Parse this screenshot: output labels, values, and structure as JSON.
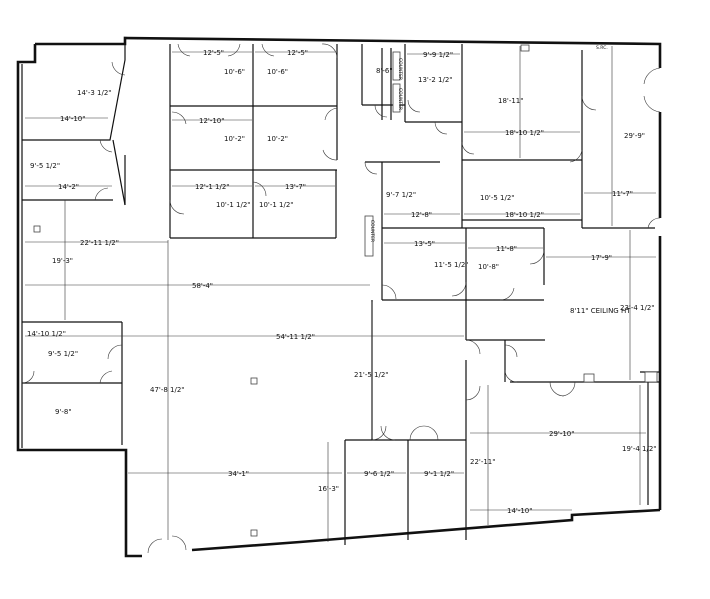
{
  "dimensions": [
    "14'-3 1/2\"",
    "14'-10\"",
    "9'-5 1/2\"",
    "14'-2\"",
    "12'-5\"",
    "10'-6\"",
    "12'-5\"",
    "10'-6\"",
    "12'-10\"",
    "10'-2\"",
    "10'-2\"",
    "12'-1 1/2\"",
    "10'-1 1/2\"",
    "13'-7\"",
    "10'-1 1/2\"",
    "8'-6\"",
    "9'-9 1/2\"",
    "13'-2 1/2\"",
    "18'-11\"",
    "18'-10 1/2\"",
    "29'-9\"",
    "9'-7 1/2\"",
    "12'-8\"",
    "10'-5 1/2\"",
    "18'-10 1/2\"",
    "11'-7\"",
    "22'-11 1/2\"",
    "19'-3\"",
    "13'-5\"",
    "11'-5 1/2\"",
    "11'-8\"",
    "10'-8\"",
    "17'-9\"",
    "58'-4\"",
    "23'-4 1/2\"",
    "14'-10 1/2\"",
    "54'-11 1/2\"",
    "9'-5 1/2\"",
    "21'-5 1/2\"",
    "47'-8 1/2\"",
    "9'-8\"",
    "29'-10\"",
    "19'-4 1/2\"",
    "34'-1\"",
    "9'-6 1/2\"",
    "9'-1 1/2\"",
    "22'-11\"",
    "16'-3\"",
    "14'-10\""
  ],
  "labels": {
    "ceiling": "8'11\" CEILING HT",
    "counter_1": "COUNTER",
    "counter_2": "COUNTER",
    "counter_3": "COUNTER",
    "src": "S.RC."
  }
}
